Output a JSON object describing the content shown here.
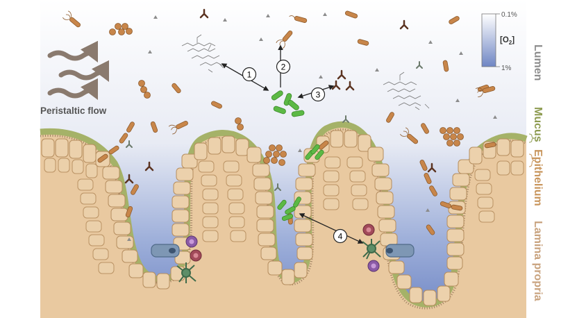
{
  "labels": {
    "peristaltic_flow": "Peristaltic flow",
    "lumen": "Lumen",
    "mucus": "Mucus",
    "epithelium": "Epithelium",
    "lamina_propria": "Lamina propria"
  },
  "oxygen_scale": {
    "top_label": "0.1%",
    "bottom_label": "1%",
    "title": "[O",
    "title_sub": "2",
    "title_end": "]"
  },
  "callouts": {
    "c1": "1",
    "c2": "2",
    "c3": "3",
    "c4": "4"
  },
  "colors": {
    "lumen_top": "#ffffff",
    "lumen_bottom": "#6f86c4",
    "tissue": "#e9c9a0",
    "mucus": "#a5b268",
    "cell_fill": "#ecd1ac",
    "cell_stroke": "#b58d5e",
    "bacteria_orange": "#c8864a",
    "bacteria_green": "#5cb945",
    "label_gray": "#8c8c8c",
    "label_mucus": "#8d9b50",
    "label_epithelium": "#c8955c",
    "label_lamina": "#c8a27d"
  }
}
